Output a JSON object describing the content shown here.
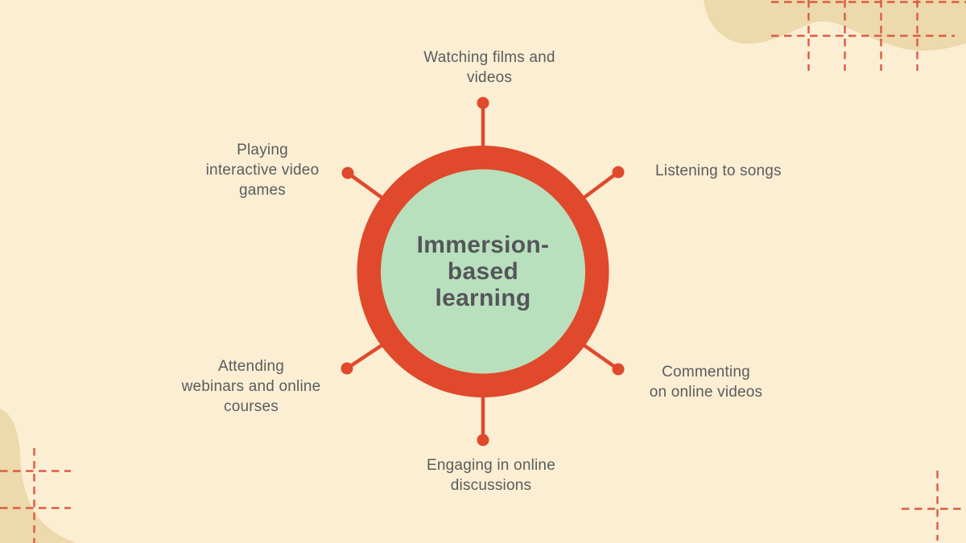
{
  "canvas": {
    "background": "#fbeed3",
    "blob_color": "#ecd9ac",
    "accent": "#e0492c",
    "dash_color": "#dd5b42",
    "center_fill": "#b9e0bd",
    "title_color": "#54565a",
    "label_color": "#5b5c5e"
  },
  "center": {
    "title": "Immersion-\nbased\nlearning"
  },
  "spokes": [
    {
      "position": "top",
      "label": "Watching films and\nvideos"
    },
    {
      "position": "upper-right",
      "label": "Listening to songs"
    },
    {
      "position": "lower-right",
      "label": "Commenting\non online videos"
    },
    {
      "position": "bottom",
      "label": "Engaging in online\ndiscussions"
    },
    {
      "position": "lower-left",
      "label": "Attending\nwebinars and online\ncourses"
    },
    {
      "position": "upper-left",
      "label": "Playing\ninteractive video\ngames"
    }
  ]
}
